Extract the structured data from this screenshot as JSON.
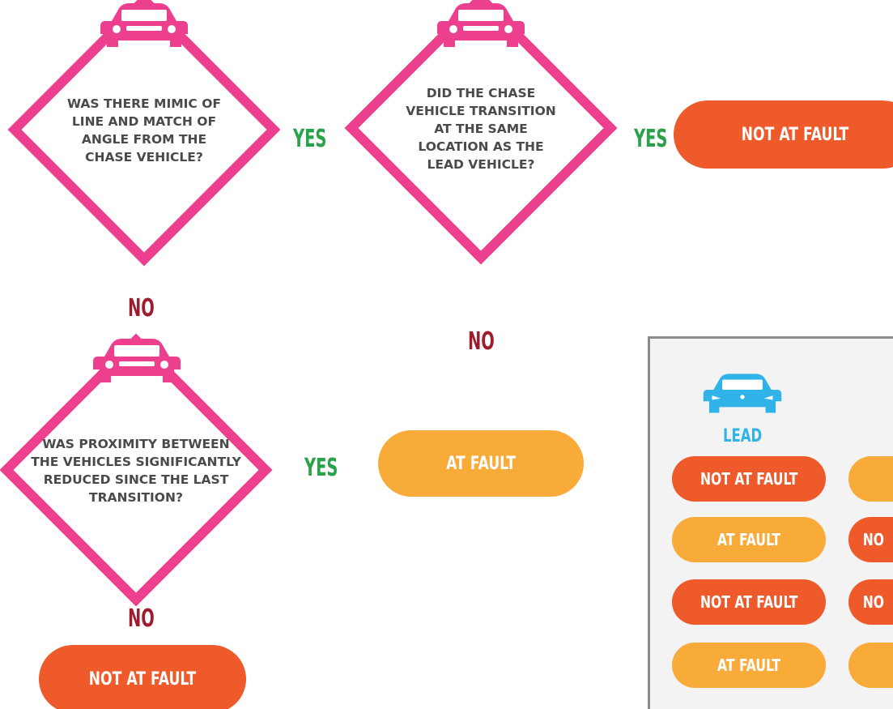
{
  "colors": {
    "diamond_outline": "#ec3f8d",
    "yes_label": "#2aa24a",
    "no_label": "#a01b2b",
    "not_at_fault": "#ee5a2a",
    "at_fault": "#f9ab3a",
    "lead_icon": "#30b3e8",
    "legend_border": "#8c8c8c"
  },
  "questions": {
    "q1": "WAS THERE MIMIC OF LINE AND MATCH OF ANGLE FROM THE CHASE VEHICLE?",
    "q2": "DID THE CHASE VEHICLE TRANSITION AT THE SAME LOCATION AS THE LEAD VEHICLE?",
    "q3": "WAS PROXIMITY BETWEEN THE VEHICLES SIGNIFICANTLY REDUCED SINCE THE LAST TRANSITION?"
  },
  "labels": {
    "yes": "YES",
    "no": "NO"
  },
  "outcomes": {
    "not_at_fault": "NOT AT FAULT",
    "at_fault": "AT FAULT"
  },
  "legend": {
    "lead_label": "LEAD",
    "lead_column": [
      "NOT AT FAULT",
      "AT FAULT",
      "NOT AT FAULT",
      "AT FAULT"
    ],
    "chase_column_partial": [
      "",
      "NO",
      "NO",
      ""
    ]
  },
  "icons": {
    "chase_car": "car-front-icon",
    "lead_car": "car-front-icon"
  }
}
